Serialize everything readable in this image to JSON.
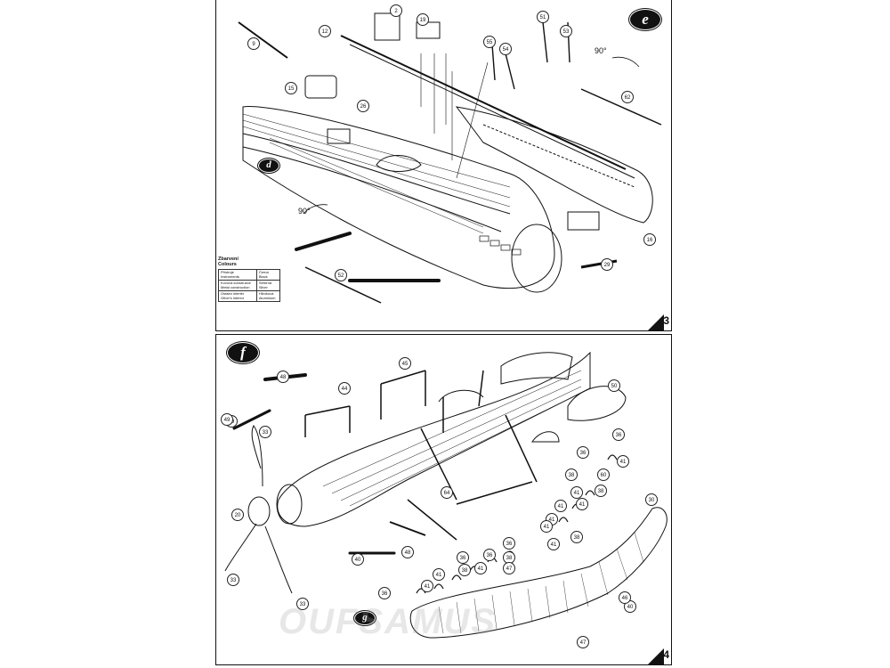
{
  "pages": [
    {
      "page_number": "3",
      "steps": [
        "e",
        "d"
      ],
      "angles": [
        "90°",
        "90°"
      ],
      "callouts": [
        "9",
        "12",
        "2",
        "19",
        "53",
        "51",
        "55",
        "54",
        "15",
        "26",
        "62",
        "16",
        "52",
        "29"
      ],
      "legend": {
        "title": "Zbarvení",
        "subtitle": "Colours",
        "rows": [
          {
            "item_cz": "Přístroje",
            "item_en": "Instruments",
            "color_cz": "Černá",
            "color_en": "Black"
          },
          {
            "item_cz": "Kovová konstrukce",
            "item_en": "Metal construction",
            "color_cz": "Stříbrná",
            "color_en": "Silver"
          },
          {
            "item_cz": "Ostatní interiér",
            "item_en": "Other's interior",
            "color_cz": "Hliníková",
            "color_en": "Aluminium"
          }
        ]
      }
    },
    {
      "page_number": "4",
      "steps": [
        "f",
        "g"
      ],
      "callouts": [
        "48",
        "45",
        "44",
        "49",
        "33",
        "20",
        "33",
        "33",
        "41",
        "36",
        "36",
        "41",
        "38",
        "60",
        "41",
        "41",
        "38",
        "38",
        "41",
        "41",
        "41",
        "36",
        "30",
        "40",
        "38",
        "47",
        "48",
        "40",
        "36",
        "41",
        "41",
        "36",
        "41",
        "38",
        "36",
        "64",
        "50",
        "49",
        "46",
        "47"
      ]
    }
  ],
  "watermark": "OUFSAMUS"
}
